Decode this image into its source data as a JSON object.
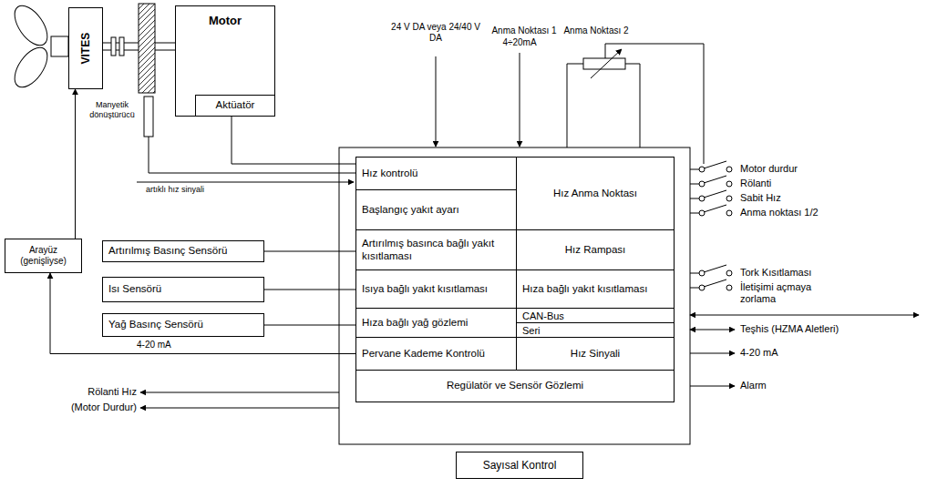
{
  "diagram": {
    "nodes": [
      {
        "text": [
          "VITES"
        ]
      },
      {
        "text": [
          "Motor"
        ]
      },
      {
        "text": [
          "Aktüatör"
        ],
        "in": 1
      },
      {
        "text": [
          "Arayüz (genişliyse)"
        ]
      },
      {
        "text": [
          "Artırılmış Basınç Sensörü"
        ]
      },
      {
        "text": [
          "Isı Sensörü"
        ]
      },
      {
        "text": [
          "Yağ Basınç Sensörü"
        ]
      },
      {
        "text": [
          "Hız kontrolü"
        ]
      },
      {
        "text": [
          "Başlangıç yakıt ayarı"
        ]
      },
      {
        "text": [
          "Artırılmış basınca bağlı yakıt kısıtlaması"
        ]
      },
      {
        "text": [
          "Isıya bağlı yakıt kısıtlaması"
        ]
      },
      {
        "text": [
          "Hıza bağlı yağ gözlemi"
        ]
      },
      {
        "text": [
          "Pervane Kademe Kontrolü"
        ]
      },
      {
        "text": [
          "Hız Anma Noktası"
        ]
      },
      {
        "text": [
          "Hız Rampası"
        ]
      },
      {
        "text": [
          "Hıza bağlı yakıt kısıtlaması"
        ]
      },
      {
        "text": [
          "CAN-Bus"
        ]
      },
      {
        "text": [
          "Seri"
        ]
      },
      {
        "text": [
          "Hız Sinyali"
        ]
      },
      {
        "text": [
          "Regülatör ve Sensör Gözlemi"
        ]
      },
      {
        "text": [
          "Sayısal Kontrol"
        ]
      }
    ],
    "edges": [
      {
        "from": 2,
        "to": 7,
        "arrow": "none"
      },
      {
        "from": 4,
        "to": 9,
        "arrow": "none"
      },
      {
        "from": 5,
        "to": 10,
        "arrow": "none"
      },
      {
        "from": 6,
        "to": 11,
        "arrow": "none"
      },
      {
        "from": 12,
        "to": 3,
        "arrow": "to",
        "label": "4-20 mA"
      },
      {
        "from": 3,
        "to": 0,
        "arrow": "to"
      }
    ],
    "labels": [
      "24 V DA veya 24/40 V DA",
      "Anma Noktası 1",
      "4÷20mA",
      "Anma Noktası 2",
      "Manyetik dönüştürücü",
      "artıklı hız sinyali",
      "Rölanti Hız",
      "(Motor Durdur)",
      "Motor durdur",
      "Rölanti",
      "Sabit Hız",
      "Anma noktası 1/2",
      "Tork Kısıtlaması",
      "İletişimi açmaya zorlama",
      "Teşhis (HZMA Aletleri)",
      "4-20 mA",
      "Alarm"
    ]
  }
}
